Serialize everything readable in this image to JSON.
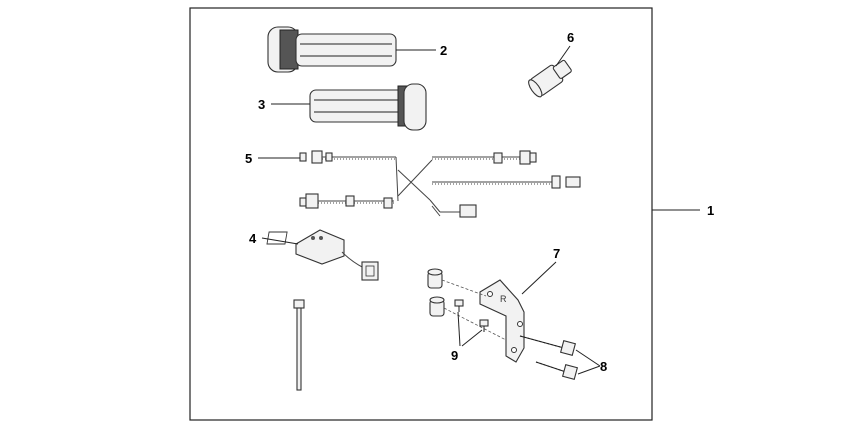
{
  "diagram": {
    "callouts": [
      {
        "id": "1",
        "label": "1"
      },
      {
        "id": "2",
        "label": "2"
      },
      {
        "id": "3",
        "label": "3"
      },
      {
        "id": "4",
        "label": "4"
      },
      {
        "id": "5",
        "label": "5"
      },
      {
        "id": "6",
        "label": "6"
      },
      {
        "id": "7",
        "label": "7"
      },
      {
        "id": "8",
        "label": "8"
      },
      {
        "id": "9",
        "label": "9"
      }
    ],
    "bracket_mark": "R"
  },
  "colors": {
    "line": "#222222",
    "part_fill": "#f2f2f2",
    "knurl": "#555555",
    "background": "#ffffff"
  }
}
